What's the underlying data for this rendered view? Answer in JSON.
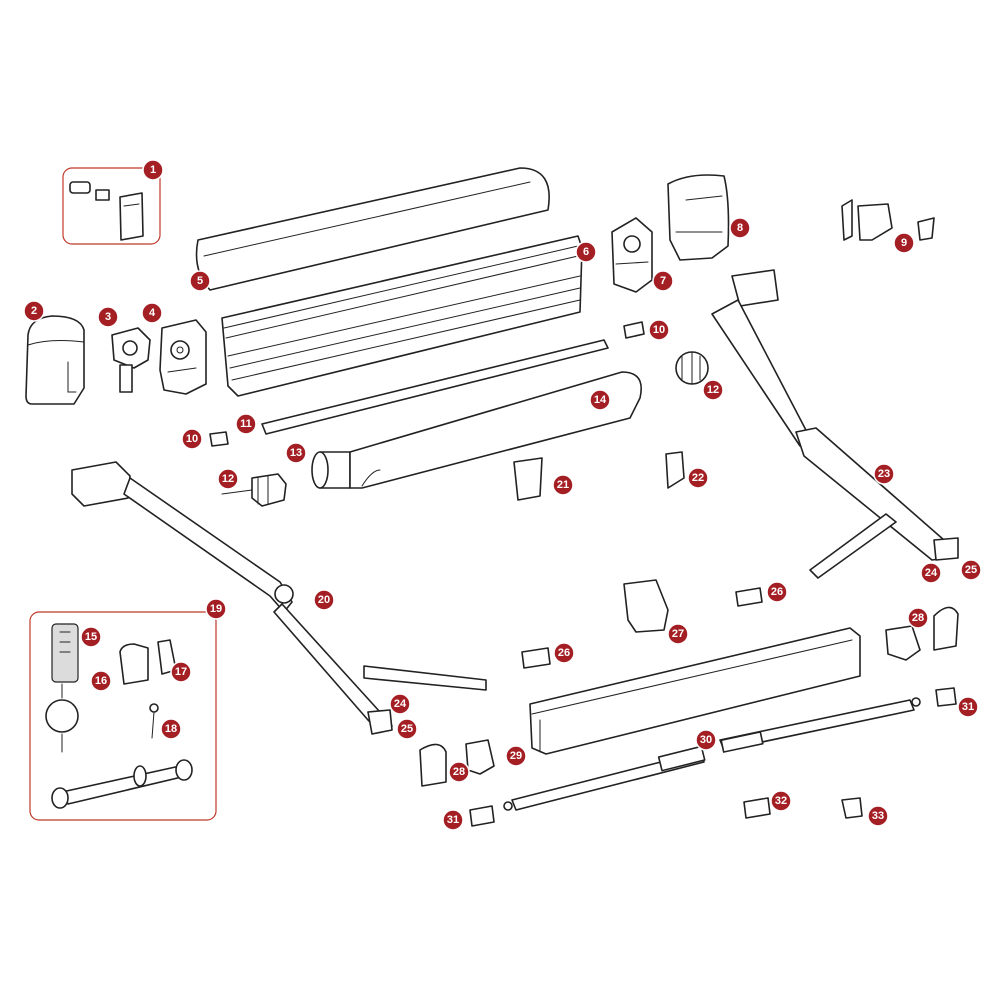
{
  "diagram": {
    "badge_color": "#a41f24",
    "group_box_color": "#c0392b",
    "callouts": [
      {
        "id": "c1",
        "label": "1"
      },
      {
        "id": "c2",
        "label": "2"
      },
      {
        "id": "c3",
        "label": "3"
      },
      {
        "id": "c4",
        "label": "4"
      },
      {
        "id": "c5",
        "label": "5"
      },
      {
        "id": "c6",
        "label": "6"
      },
      {
        "id": "c7",
        "label": "7"
      },
      {
        "id": "c8",
        "label": "8"
      },
      {
        "id": "c9",
        "label": "9"
      },
      {
        "id": "c10a",
        "label": "10"
      },
      {
        "id": "c10b",
        "label": "10"
      },
      {
        "id": "c11",
        "label": "11"
      },
      {
        "id": "c12a",
        "label": "12"
      },
      {
        "id": "c12b",
        "label": "12"
      },
      {
        "id": "c13",
        "label": "13"
      },
      {
        "id": "c14",
        "label": "14"
      },
      {
        "id": "c15",
        "label": "15"
      },
      {
        "id": "c16",
        "label": "16"
      },
      {
        "id": "c17",
        "label": "17"
      },
      {
        "id": "c18",
        "label": "18"
      },
      {
        "id": "c19",
        "label": "19"
      },
      {
        "id": "c20",
        "label": "20"
      },
      {
        "id": "c21",
        "label": "21"
      },
      {
        "id": "c22",
        "label": "22"
      },
      {
        "id": "c23",
        "label": "23"
      },
      {
        "id": "c24a",
        "label": "24"
      },
      {
        "id": "c24b",
        "label": "24"
      },
      {
        "id": "c25a",
        "label": "25"
      },
      {
        "id": "c25b",
        "label": "25"
      },
      {
        "id": "c26a",
        "label": "26"
      },
      {
        "id": "c26b",
        "label": "26"
      },
      {
        "id": "c27",
        "label": "27"
      },
      {
        "id": "c28a",
        "label": "28"
      },
      {
        "id": "c28b",
        "label": "28"
      },
      {
        "id": "c29",
        "label": "29"
      },
      {
        "id": "c30",
        "label": "30"
      },
      {
        "id": "c31a",
        "label": "31"
      },
      {
        "id": "c31b",
        "label": "31"
      },
      {
        "id": "c32",
        "label": "32"
      },
      {
        "id": "c33",
        "label": "33"
      }
    ]
  }
}
